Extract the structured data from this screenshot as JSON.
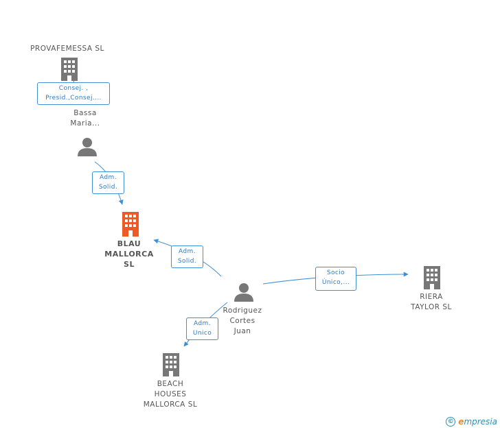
{
  "nodes": {
    "provafemessa": {
      "label": "PROVAFEMESSA SL",
      "kind": "company",
      "color": "#777777"
    },
    "ponsbassa": {
      "label": "Pons\nBassa\nMaria...",
      "kind": "person",
      "color": "#777777"
    },
    "blau": {
      "label": "BLAU\nMALLORCA\nSL",
      "kind": "company",
      "color": "#ee5a24",
      "main": true
    },
    "rodriguez": {
      "label": "Rodriguez\nCortes\nJuan",
      "kind": "person",
      "color": "#777777"
    },
    "riera": {
      "label": "RIERA\nTAYLOR SL",
      "kind": "company",
      "color": "#777777"
    },
    "beach": {
      "label": "BEACH\nHOUSES\nMALLORCA SL",
      "kind": "company",
      "color": "#777777"
    }
  },
  "edges": {
    "provafemessa_pons": {
      "label": "Consej. ,\nPresid.,Consej...."
    },
    "pons_blau": {
      "label": "Adm.\nSolid."
    },
    "rodriguez_blau": {
      "label": "Adm.\nSolid."
    },
    "rodriguez_riera": {
      "label": "Socio\nÚnico,..."
    },
    "rodriguez_beach": {
      "label": "Adm.\nUnico"
    }
  },
  "footer": {
    "copyright_symbol": "©",
    "brand_initial": "e",
    "brand_rest": "mpresia"
  },
  "colors": {
    "edge": "#3d8fd6",
    "icon_gray": "#777777",
    "main_company": "#ee5a24",
    "brand": "#2a90b8"
  }
}
